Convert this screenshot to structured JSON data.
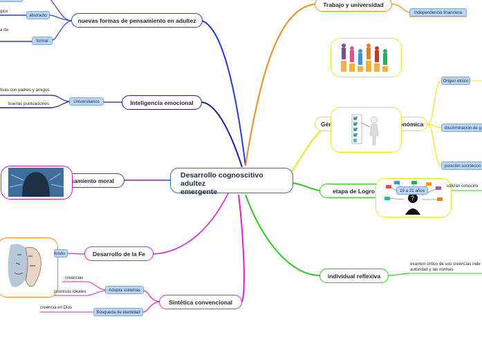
{
  "central": {
    "line1": "Desarrollo cognoscitivo adultez",
    "line2": "emergente"
  },
  "branches": {
    "nuevas_formas": "nuevas formas de pensamiento en adultez",
    "inteligencia": "Inteligencia emocional",
    "moral": "pensamiento moral",
    "fe": "Desarrollo de la Fe",
    "sintetica": "Sintética convencional",
    "trabajo": "Trabajo y universidad",
    "genero": "Género y condición socioeconómica",
    "logro": "etapa de Logro",
    "individual": "individual reflexiva"
  },
  "subs": {
    "abstracto": "abstracto",
    "formal": "formal",
    "universitarios": "Universitarios",
    "mundo": "Mundo",
    "adopta": "Adopta sistemas",
    "busqueda": "Búsqueda de identidad",
    "independencia": "Independencia financiera",
    "origen": "Origen etnico",
    "discriminacion": "discriminación de g",
    "posicion": "posición socioecon",
    "edad": "19 a 21 años"
  },
  "labels": {
    "logico": "gico",
    "dea": "a de",
    "relaciones": "tivas con padres y amigos",
    "puntuaciones": "buenas puntuaciones",
    "creencias": "creencias",
    "compromisos": "promisos ideales",
    "creencia_dios": "creencia en Dios",
    "utilizan": "utilizan conocimi",
    "examen1": "examen crítico de sus creencias inde",
    "examen2": "autoridad y las normas"
  },
  "colors": {
    "central_border": "#2d6fb5",
    "blue_branch": "#1f3fd8",
    "navy_branch": "#1a1a9c",
    "purple_branch": "#7a1fb0",
    "magenta_branch": "#d81fb8",
    "orange_branch": "#f08a1a",
    "yellow_branch": "#e8e81a",
    "green_branch": "#2cc81a",
    "sub_fill": "#b9d7f5"
  }
}
